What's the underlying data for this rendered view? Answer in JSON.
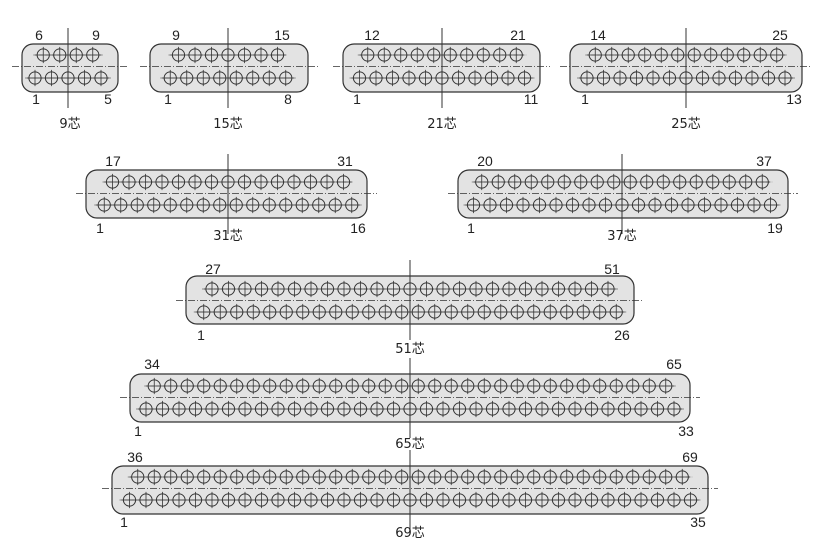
{
  "colors": {
    "body_fill": "#e3e3e3",
    "stroke": "#333333",
    "text": "#222222",
    "background": "#ffffff"
  },
  "pin_symbol": "crosshair-circle",
  "connectors": [
    {
      "caption": "9芯",
      "top_row": {
        "first": "6",
        "last": "9"
      },
      "bottom_row": {
        "first": "1",
        "last": "5"
      },
      "top_count": 4,
      "bottom_count": 5
    },
    {
      "caption": "15芯",
      "top_row": {
        "first": "9",
        "last": "15"
      },
      "bottom_row": {
        "first": "1",
        "last": "8"
      },
      "top_count": 7,
      "bottom_count": 8
    },
    {
      "caption": "21芯",
      "top_row": {
        "first": "12",
        "last": "21"
      },
      "bottom_row": {
        "first": "1",
        "last": "11"
      },
      "top_count": 10,
      "bottom_count": 11
    },
    {
      "caption": "25芯",
      "top_row": {
        "first": "14",
        "last": "25"
      },
      "bottom_row": {
        "first": "1",
        "last": "13"
      },
      "top_count": 12,
      "bottom_count": 13
    },
    {
      "caption": "31芯",
      "top_row": {
        "first": "17",
        "last": "31"
      },
      "bottom_row": {
        "first": "1",
        "last": "16"
      },
      "top_count": 15,
      "bottom_count": 16
    },
    {
      "caption": "37芯",
      "top_row": {
        "first": "20",
        "last": "37"
      },
      "bottom_row": {
        "first": "1",
        "last": "19"
      },
      "top_count": 18,
      "bottom_count": 19
    },
    {
      "caption": "51芯",
      "top_row": {
        "first": "27",
        "last": "51"
      },
      "bottom_row": {
        "first": "1",
        "last": "26"
      },
      "top_count": 25,
      "bottom_count": 26
    },
    {
      "caption": "65芯",
      "top_row": {
        "first": "34",
        "last": "65"
      },
      "bottom_row": {
        "first": "1",
        "last": "33"
      },
      "top_count": 32,
      "bottom_count": 33
    },
    {
      "caption": "69芯",
      "top_row": {
        "first": "36",
        "last": "69"
      },
      "bottom_row": {
        "first": "1",
        "last": "35"
      },
      "top_count": 34,
      "bottom_count": 35
    }
  ]
}
